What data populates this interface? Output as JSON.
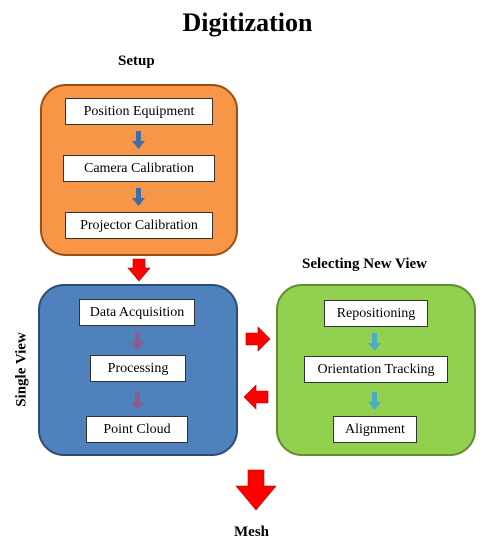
{
  "title": "Digitization",
  "setup": {
    "heading": "Setup",
    "color": "#F79646",
    "border": "#9C4F13",
    "steps": [
      "Position Equipment",
      "Camera Calibration",
      "Projector Calibration"
    ]
  },
  "single_view": {
    "label": "Single View",
    "color": "#4F81BD",
    "border": "#2C4D75",
    "steps": [
      "Data Acquisition",
      "Processing",
      "Point Cloud"
    ]
  },
  "new_view": {
    "heading": "Selecting New View",
    "color": "#92D050",
    "border": "#5E8E2E",
    "steps": [
      "Repositioning",
      "Orientation Tracking",
      "Alignment"
    ]
  },
  "output": "Mesh",
  "colors": {
    "red_arrow": "#FF0000",
    "setup_arrow": "#3F6DA8",
    "single_arrow": "#8E5B8C",
    "new_arrow": "#4BACC6"
  }
}
